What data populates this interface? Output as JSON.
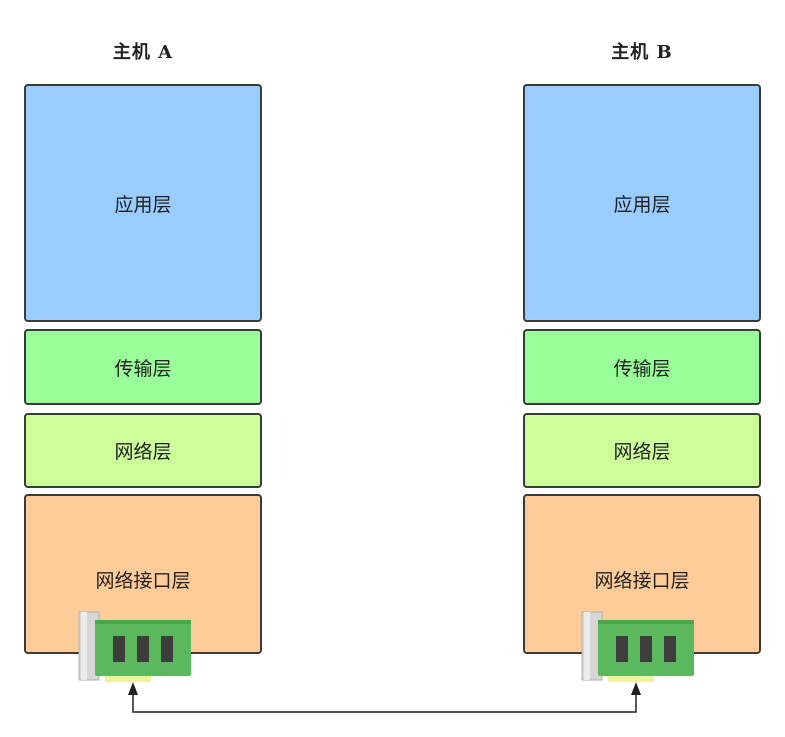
{
  "hosts": [
    {
      "title": "主机 A",
      "layers": {
        "application": "应用层",
        "transport": "传输层",
        "network": "网络层",
        "network_interface": "网络接口层"
      }
    },
    {
      "title": "主机 B",
      "layers": {
        "application": "应用层",
        "transport": "传输层",
        "network": "网络层",
        "network_interface": "网络接口层"
      }
    }
  ],
  "colors": {
    "application": "#99ccff",
    "transport": "#99ff99",
    "network": "#ccff99",
    "network_interface": "#ffcc99",
    "nic_board": "#5cb85c",
    "nic_chip": "#3d3d3d",
    "nic_bracket": "#c8c8c8",
    "nic_gold": "#f4f0a0",
    "connector": "#222222"
  },
  "icons": {
    "nic": "network-card-icon"
  }
}
